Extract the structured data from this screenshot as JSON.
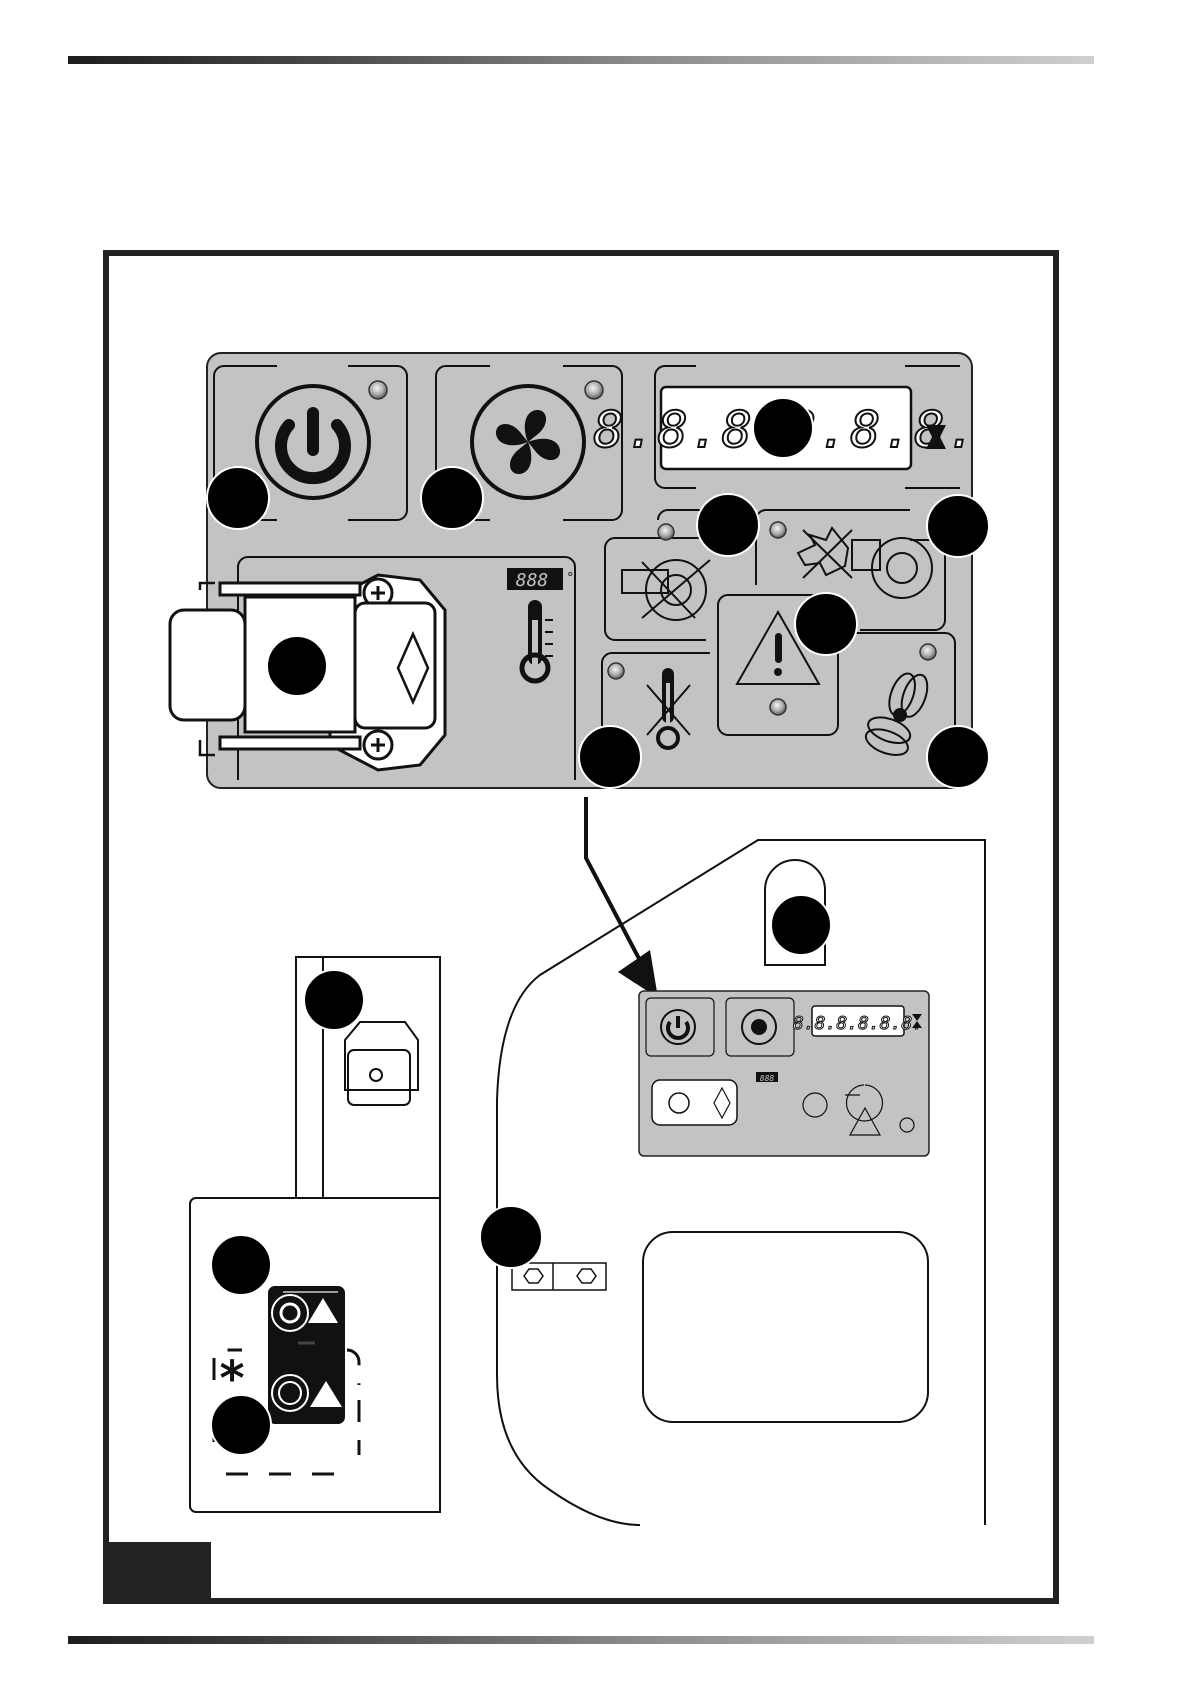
{
  "figure": {
    "type": "control-panel-diagram",
    "main_panel": {
      "hour_counter_display": "8.8.8.8.8.8.",
      "temperature_display": "888",
      "temperature_unit": "°",
      "hourglass_icon": "hourglass-icon",
      "buttons": [
        {
          "id": "power",
          "icon": "power-icon"
        },
        {
          "id": "fan",
          "icon": "fan-icon"
        }
      ],
      "indicators": [
        {
          "id": "compressor-fault",
          "icon": "compressor-crossed-icon"
        },
        {
          "id": "ignition-fault",
          "icon": "spark-crossed-icon"
        },
        {
          "id": "general-alarm",
          "icon": "warning-triangle-icon"
        },
        {
          "id": "temperature-fault",
          "icon": "thermometer-crossed-icon"
        },
        {
          "id": "fan-fault",
          "icon": "fan-outline-icon"
        }
      ],
      "connector": {
        "icon": "connector-plug-icon"
      }
    },
    "mini_panel": {
      "hour_counter_display": "8.8.8.8.8.8.",
      "temperature_display": "888"
    },
    "side_control": {
      "asterisk_note": "*",
      "icons": [
        "reset-button-icon",
        "thermometer-warning-icon",
        "motor-reset-button-icon",
        "motor-warning-icon"
      ]
    },
    "colors": {
      "panel_gray": "#c3c4c2",
      "line": "#111111",
      "callout": "#000000"
    },
    "callout_count": 15
  }
}
